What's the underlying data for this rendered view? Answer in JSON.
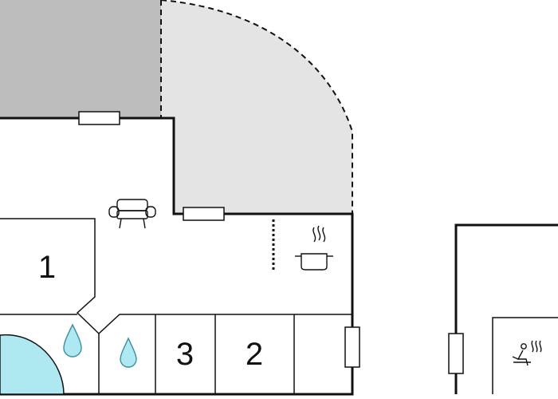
{
  "rooms": {
    "bedroom_1": "1",
    "bedroom_2": "2",
    "bedroom_3": "3"
  },
  "icons": {
    "sofa": "sofa-icon",
    "cooking_pot": "cooking-pot-icon",
    "water_drop": "water-drop-icon",
    "sauna": "sauna-icon"
  },
  "colors": {
    "wall": "#111111",
    "covered_terrace": "#bdbdbd",
    "open_terrace": "#e4e4e4",
    "water": "#aee9f2",
    "water_stroke": "#3a8fa3",
    "background": "#ffffff"
  }
}
